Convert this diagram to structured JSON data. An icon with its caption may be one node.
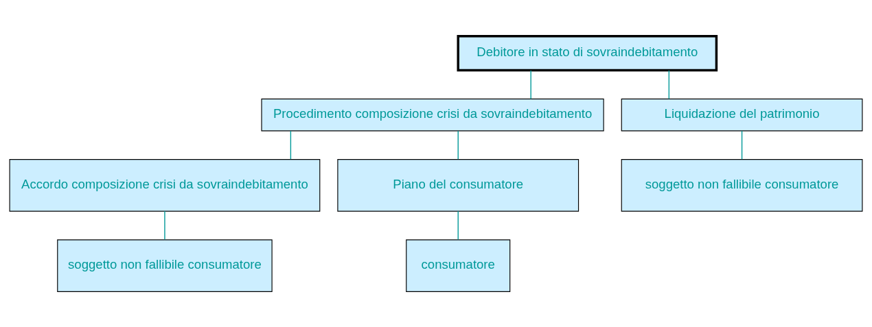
{
  "diagram": {
    "nodes": [
      {
        "text": [
          "Debitore in stato di sovraindebitamento"
        ]
      },
      {
        "text": [
          "Procedimento composizione crisi da sovraindebitamento"
        ]
      },
      {
        "text": [
          "Liquidazione del patrimonio"
        ]
      },
      {
        "text": [
          "Accordo composizione crisi da sovraindebitamento"
        ]
      },
      {
        "text": [
          "Piano del consumatore"
        ]
      },
      {
        "text": [
          "soggetto non fallibile consumatore"
        ]
      },
      {
        "text": [
          "soggetto non fallibile consumatore"
        ]
      },
      {
        "text": [
          "consumatore"
        ]
      }
    ],
    "edges": [
      {
        "from": 0,
        "to": 1,
        "arrow": "none"
      },
      {
        "from": 0,
        "to": 2,
        "arrow": "none"
      },
      {
        "from": 1,
        "to": 3,
        "arrow": "none"
      },
      {
        "from": 1,
        "to": 4,
        "arrow": "none"
      },
      {
        "from": 2,
        "to": 5,
        "arrow": "none"
      },
      {
        "from": 3,
        "to": 6,
        "arrow": "none"
      },
      {
        "from": 4,
        "to": 7,
        "arrow": "none"
      }
    ]
  }
}
